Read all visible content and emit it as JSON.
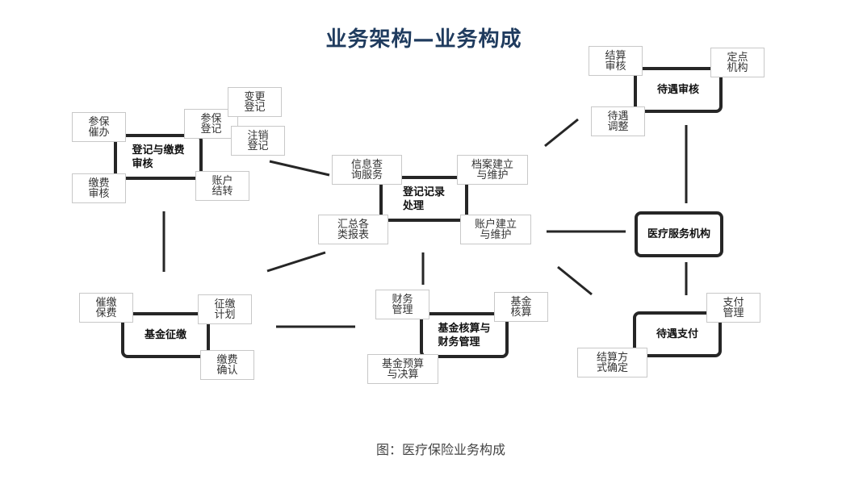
{
  "title": "业务架构—业务构成",
  "caption": "图：医疗保险业务构成",
  "nodes": {
    "registration": "登记与缴费\n审核",
    "record": "登记记录\n处理",
    "benefit_review": "待遇审核",
    "medical": "医疗服务机构",
    "fund_collect": "基金征缴",
    "fund_accounting": "基金核算与\n财务管理",
    "benefit_pay": "待遇支付"
  },
  "tags": {
    "insure_urge": "参保\n催办",
    "insure_register": "参保\n登记",
    "change_register": "变更\n登记",
    "cancel_register": "注销\n登记",
    "fee_review": "缴费\n审核",
    "account_transfer": "账户\n结转",
    "info_query": "信息查\n询服务",
    "archive_build": "档案建立\n与维护",
    "summary_report": "汇总各\n类报表",
    "account_build": "账户建立\n与维护",
    "settle_review": "结算\n审核",
    "designated_org": "定点\n机构",
    "benefit_adjust": "待遇\n调整",
    "pay_manage": "支付\n管理",
    "settle_method": "结算方\n式确定",
    "urge_fee": "催缴\n保费",
    "collect_plan": "征缴\n计划",
    "fee_confirm": "缴费\n确认",
    "finance_manage": "财务\n管理",
    "fund_accounting_tag": "基金\n核算",
    "fund_budget": "基金预算\n与决算"
  }
}
